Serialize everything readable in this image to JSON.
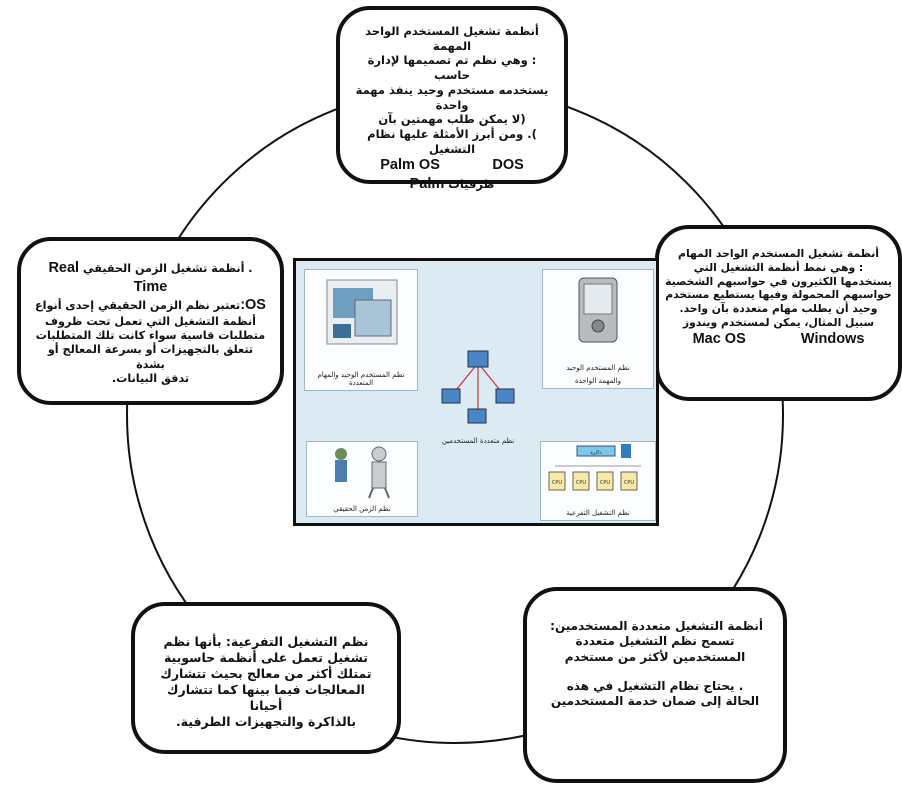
{
  "diagram": {
    "single_task": {
      "lines": [
        "أنظمة تشغيل المستخدم الواحد    المهمة",
        ": وهي نظم تم تصميمها لإدارة حاسب",
        "يستخدمه مستخدم وحيد    ينفذ مهمة واحدة",
        "(لا يمكن طلب مهمتين بآن",
        "). ومن أبرز الأمثلة عليها نظام التشغيل"
      ],
      "os_left": "Palm OS",
      "os_right": "DOS",
      "last_prefix": "طرفيات",
      "last_os": "Palm"
    },
    "multi_task": {
      "lines": [
        "أنظمة تشغيل المستخدم الواحد    المهام",
        ": وهي نمط أنظمة التشغيل التي",
        "يستخدمها الكثيرون في حواسبهم الشخصية",
        "حواسبهم المحمولة وفيها يستطيع مستخدم",
        "وحيد أن يطلب مهام متعددة بآن واحد.",
        "سبيل المثال، يمكن لمستخدم ويندوز"
      ],
      "os_left": "Mac OS",
      "os_right": "Windows"
    },
    "real_time": {
      "title_ar": ". أنظمة تشغيل الزمن الحقيقي",
      "title_en": "Real Time",
      "os_label": "OS:",
      "lines": [
        "تعتبر نظم الزمن الحقيقي إحدى أنواع",
        "أنظمة التشغيل التي تعمل   تحت ظروف",
        "متطلبات قاسية سواء كانت تلك المتطلبات",
        "تتعلق بالتجهيزات أو بسرعة المعالج أو بشدة",
        "تدفق البيانات."
      ]
    },
    "multi_user": {
      "lines": [
        "أنظمة التشغيل متعددة المستخدمين:",
        "تسمح نظم التشغيل متعددة",
        "المستخدمين لأكثر من مستخدم",
        "",
        ". يحتاج نظام التشغيل في هذه",
        "الحالة إلى ضمان خدمة المستخدمين"
      ]
    },
    "parallel": {
      "lines": [
        "نظم التشغيل التفرعية: بأنها نظم",
        "تشغيل تعمل على أنظمة حاسوبية",
        "تمتلك أكثر من معالج بحيث تتشارك",
        "المعالجات فيما بينها كما تتشارك أحيانا",
        "بالذاكرة والتجهيزات الطرفية."
      ]
    },
    "picture": {
      "captions": {
        "top_left": "نظم المستخدم الوحيد والمهام المتعددة",
        "top_right_1": "نظم المستخدم الوحيد",
        "top_right_2": "والمهمة الواحدة",
        "center": "نظم متعددة المستخدمين",
        "bottom_left": "نظم الزمن الحقيقي",
        "bottom_right": "نظم التشغيل التفرعية",
        "memory": "ذاكرة",
        "cpu": "CPU"
      }
    }
  }
}
